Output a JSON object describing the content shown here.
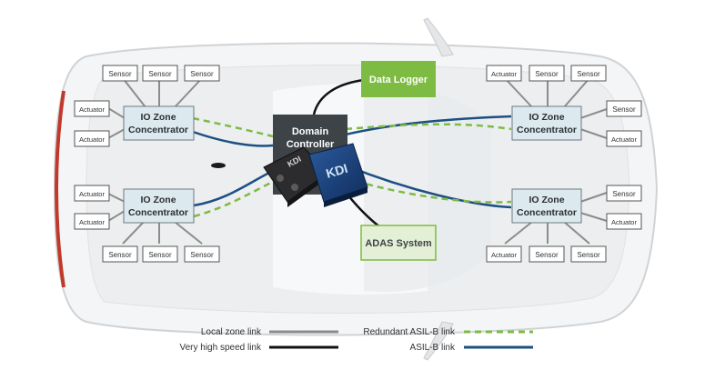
{
  "zones": {
    "top_left": {
      "line1": "IO Zone",
      "line2": "Concentrator"
    },
    "bottom_left": {
      "line1": "IO Zone",
      "line2": "Concentrator"
    },
    "top_right": {
      "line1": "IO Zone",
      "line2": "Concentrator"
    },
    "bottom_right": {
      "line1": "IO Zone",
      "line2": "Concentrator"
    }
  },
  "domain_controller": {
    "line1": "Domain",
    "line2": "Controller"
  },
  "data_logger": "Data Logger",
  "adas": "ADAS System",
  "sensor_label": "Sensor",
  "actuator_label": "Actuator",
  "chip_marking": "KDI",
  "legend": {
    "local": "Local zone link",
    "very_high": "Very high speed link",
    "redundant": "Redundant ASIL-B link",
    "asil": "ASIL-B link"
  },
  "colors": {
    "local": "#8c8c8c",
    "very_high": "#111111",
    "redundant": "#7dbb42",
    "asil": "#1d4f82",
    "green_box": "#7dbb42",
    "zone_box": "#dce9ef"
  }
}
